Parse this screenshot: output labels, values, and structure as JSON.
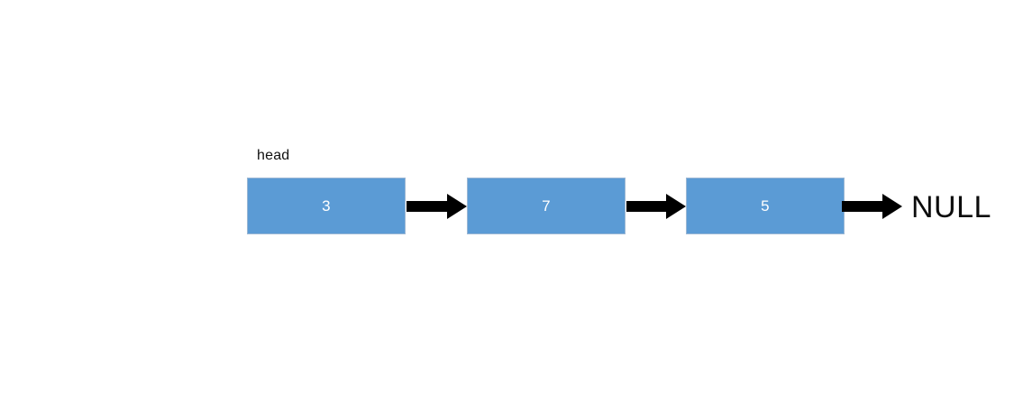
{
  "diagram": {
    "type": "singly-linked-list",
    "background_color": "#ffffff",
    "head_label": "head",
    "terminator_label": "NULL",
    "node_fill_color": "#5B9BD5",
    "node_border_color": "#9BB7D4",
    "node_text_color": "#ffffff",
    "arrow_color": "#000000",
    "nodes": [
      {
        "value": "3"
      },
      {
        "value": "7"
      },
      {
        "value": "5"
      }
    ],
    "arrows": [
      {
        "name": "next-pointer-1"
      },
      {
        "name": "next-pointer-2"
      },
      {
        "name": "next-pointer-null"
      }
    ]
  }
}
